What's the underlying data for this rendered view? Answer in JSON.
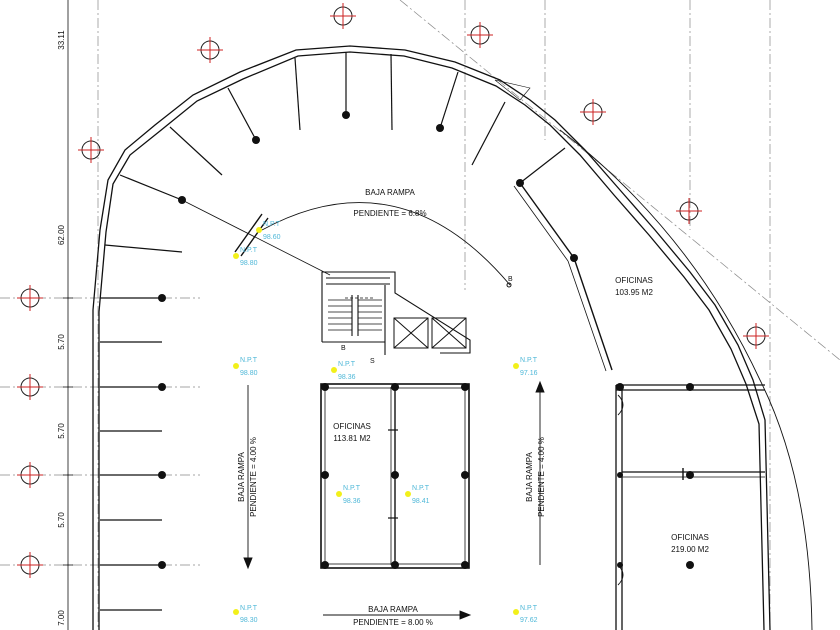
{
  "dimensions": {
    "top": "33.11",
    "upper": "62.00",
    "d1": "5.70",
    "d2": "5.70",
    "d3": "5.70",
    "bottom": "7.00"
  },
  "ramps": {
    "curved": {
      "title": "BAJA RAMPA",
      "slope": "PENDIENTE = 6.8%"
    },
    "left": {
      "title": "BAJA RAMPA",
      "slope": "PENDIENTE = 4.00 %"
    },
    "right": {
      "title": "BAJA RAMPA",
      "slope": "PENDIENTE = 4.00 %"
    },
    "bottom": {
      "title": "BAJA RAMPA",
      "slope": "PENDIENTE = 8.00 %"
    }
  },
  "offices": {
    "center": {
      "name": "OFICINAS",
      "area": "113.81 M2"
    },
    "east": {
      "name": "OFICINAS",
      "area": "103.95 M2"
    },
    "south": {
      "name": "OFICINAS",
      "area": "219.00 M2"
    }
  },
  "npt_label": "N.P.T",
  "levels": {
    "l1": "98.60",
    "l2": "98.80",
    "l3": "98.36",
    "l4": "98.80",
    "l5": "97.16",
    "l6": "98.36",
    "l7": "98.41",
    "l8": "98.30",
    "l9": "97.62"
  },
  "stair_marks": {
    "down": "B",
    "up": "S"
  },
  "ramp_marks": {
    "b": "B"
  },
  "colors": {
    "lines": "#111111",
    "axis_marker": "#cc2222",
    "level_text": "#4fb8d8",
    "level_dot": "#f2f01a"
  }
}
